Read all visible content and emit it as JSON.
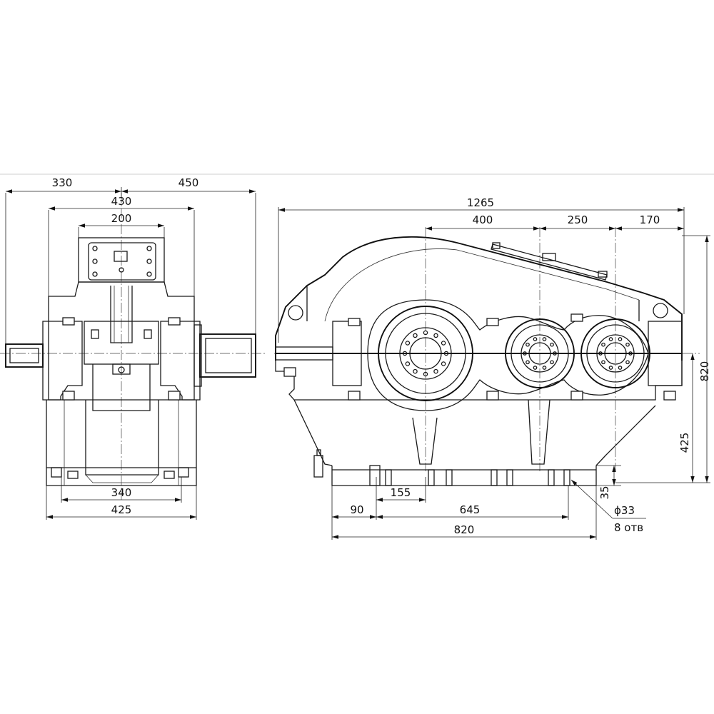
{
  "side_view": {
    "dims": {
      "shaft_left": "330",
      "shaft_right": "450",
      "overall_width": "430",
      "top_box": "200",
      "base_inner": "340",
      "base_outer": "425"
    }
  },
  "front_view": {
    "dims": {
      "overall_length": "1265",
      "axis_1_2": "400",
      "axis_2_3": "250",
      "axis_3_end": "170",
      "overall_height": "820",
      "axis_height": "425",
      "foot_thickness": "35",
      "foot_end": "90",
      "hole_pitch_first": "155",
      "hole_span": "645",
      "foot_length": "820",
      "hole_dia": "ϕ33",
      "hole_count": "8 отв"
    }
  }
}
